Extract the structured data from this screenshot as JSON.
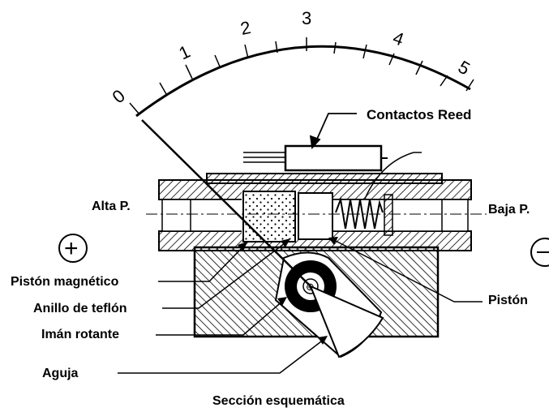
{
  "diagram": {
    "scale_ticks": [
      "0",
      "1",
      "2",
      "3",
      "4",
      "5"
    ],
    "labels": {
      "reed_contacts": "Contactos Reed",
      "high_pressure": "Alta P.",
      "low_pressure": "Baja P.",
      "magnetic_piston": "Pistón magnético",
      "teflon_ring": "Anillo de teflón",
      "rotating_magnet": "Imán rotante",
      "needle": "Aguja",
      "piston": "Pistón",
      "caption": "Sección esquemática"
    },
    "plus_sign": "+",
    "minus_sign": "−"
  }
}
